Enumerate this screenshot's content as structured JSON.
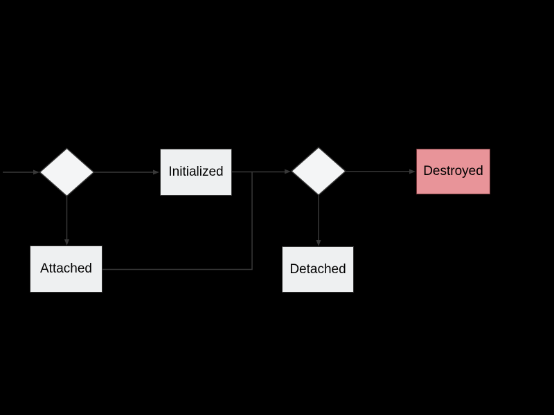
{
  "diagram": {
    "type": "flowchart-state-diagram",
    "background_color": "#000000",
    "line_color": "#383838",
    "text_color": "#000000",
    "node_fill_color": "#eef0f1",
    "diamond_fill_color": "#f4f5f6",
    "destroyed_fill_color": "#e89499",
    "nodes": [
      {
        "id": "decision-1",
        "type": "diamond",
        "label": ""
      },
      {
        "id": "initialized",
        "type": "rect",
        "label": "Initialized"
      },
      {
        "id": "attached",
        "type": "rect",
        "label": "Attached"
      },
      {
        "id": "decision-2",
        "type": "diamond",
        "label": ""
      },
      {
        "id": "detached",
        "type": "rect",
        "label": "Detached"
      },
      {
        "id": "destroyed",
        "type": "rect",
        "label": "Destroyed"
      }
    ],
    "edges": [
      {
        "id": "start-to-decision1",
        "from": "start",
        "to": "decision-1",
        "arrow": true
      },
      {
        "id": "decision1-to-initialized",
        "from": "decision-1",
        "to": "initialized",
        "arrow": true
      },
      {
        "id": "decision1-to-attached",
        "from": "decision-1",
        "to": "attached",
        "arrow": true
      },
      {
        "id": "initialized-to-decision2",
        "from": "initialized",
        "to": "decision-2",
        "arrow": true
      },
      {
        "id": "attached-to-decision2",
        "from": "attached",
        "to": "decision-2",
        "arrow": false,
        "note": "orthogonal line right then up, merges into initialized-to-decision2 line"
      },
      {
        "id": "decision2-to-destroyed",
        "from": "decision-2",
        "to": "destroyed",
        "arrow": true
      },
      {
        "id": "decision2-to-detached",
        "from": "decision-2",
        "to": "detached",
        "arrow": true
      }
    ]
  }
}
